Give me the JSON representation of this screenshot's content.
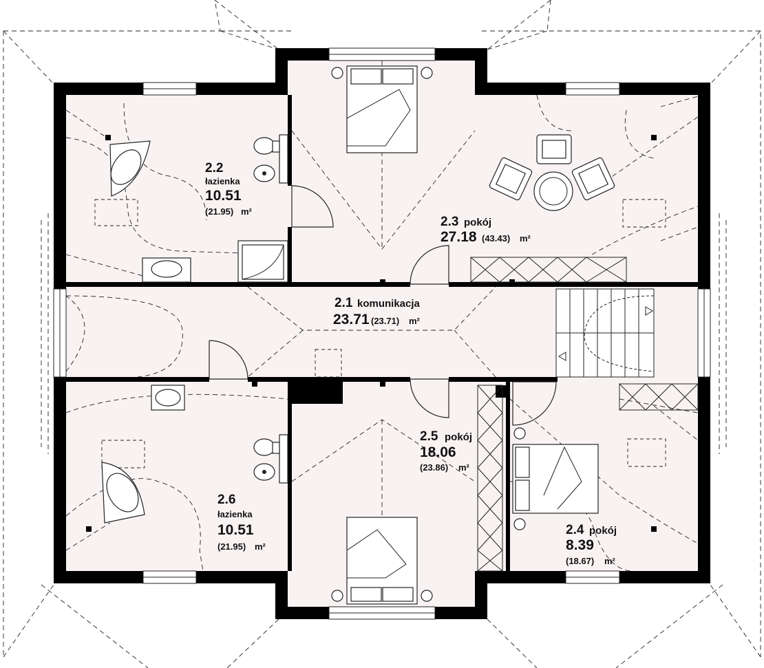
{
  "rooms": {
    "r21": {
      "number": "2.1",
      "name": "komunikacja",
      "area": "23.71",
      "total": "(23.71)",
      "unit": "m²"
    },
    "r22": {
      "number": "2.2",
      "name": "łazienka",
      "area": "10.51",
      "total": "(21.95)",
      "unit": "m²"
    },
    "r23": {
      "number": "2.3",
      "name": "pokój",
      "area": "27.18",
      "total": "(43.43)",
      "unit": "m²"
    },
    "r24": {
      "number": "2.4",
      "name": "pokój",
      "area": "8.39",
      "total": "(18.67)",
      "unit": "m²"
    },
    "r25": {
      "number": "2.5",
      "name": "pokój",
      "area": "18.06",
      "total": "(23.86)",
      "unit": "m²"
    },
    "r26": {
      "number": "2.6",
      "name": "łazienka",
      "area": "10.51",
      "total": "(21.95)",
      "unit": "m²"
    }
  },
  "colors": {
    "wall": "#000000",
    "floor": "#f8f3f2",
    "line": "#222222"
  }
}
